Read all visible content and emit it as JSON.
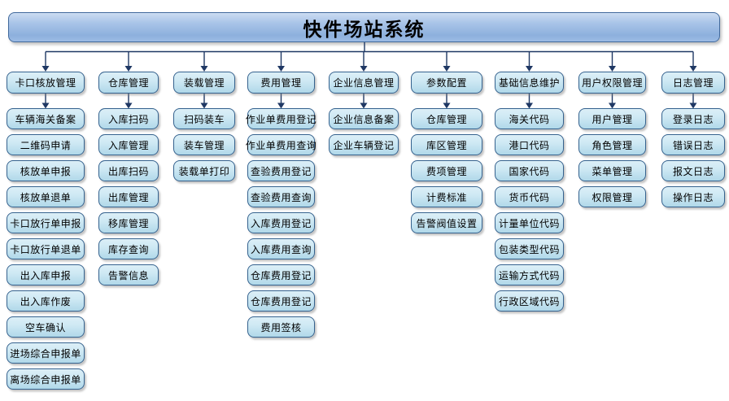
{
  "diagram": {
    "title": "快件场站系统",
    "columns": [
      {
        "name": "卡口核放管理",
        "items": [
          "车辆海关备案",
          "二维码申请",
          "核放单申报",
          "核放单退单",
          "卡口放行单申报",
          "卡口放行单退单",
          "出入库申报",
          "出入库作废",
          "空车确认",
          "进场综合申报单",
          "离场综合申报单"
        ]
      },
      {
        "name": "仓库管理",
        "items": [
          "入库扫码",
          "入库管理",
          "出库扫码",
          "出库管理",
          "移库管理",
          "库存查询",
          "告警信息"
        ]
      },
      {
        "name": "装载管理",
        "items": [
          "扫码装车",
          "装车管理",
          "装载单打印"
        ]
      },
      {
        "name": "费用管理",
        "items": [
          "作业单费用登记",
          "作业单费用查询",
          "查验费用登记",
          "查验费用查询",
          "入库费用登记",
          "入库费用查询",
          "仓库费用登记",
          "仓库费用登记",
          "费用签核"
        ]
      },
      {
        "name": "企业信息管理",
        "items": [
          "企业信息备案",
          "企业车辆登记"
        ]
      },
      {
        "name": "参数配置",
        "items": [
          "仓库管理",
          "库区管理",
          "费项管理",
          "计费标准",
          "告警阀值设置"
        ]
      },
      {
        "name": "基础信息维护",
        "items": [
          "海关代码",
          "港口代码",
          "国家代码",
          "货币代码",
          "计量单位代码",
          "包装类型代码",
          "运输方式代码",
          "行政区域代码"
        ]
      },
      {
        "name": "用户权限管理",
        "items": [
          "用户管理",
          "角色管理",
          "菜单管理",
          "权限管理"
        ]
      },
      {
        "name": "日志管理",
        "items": [
          "登录日志",
          "错误日志",
          "报文日志",
          "操作日志"
        ]
      }
    ],
    "colors": {
      "connector_line": "#1f3864",
      "node_border": "#35628e",
      "node_fill_top": "#dceff7",
      "node_fill_bottom": "#b0d8e9",
      "banner_border": "#41699c",
      "banner_fill": "#8db0dd"
    }
  }
}
